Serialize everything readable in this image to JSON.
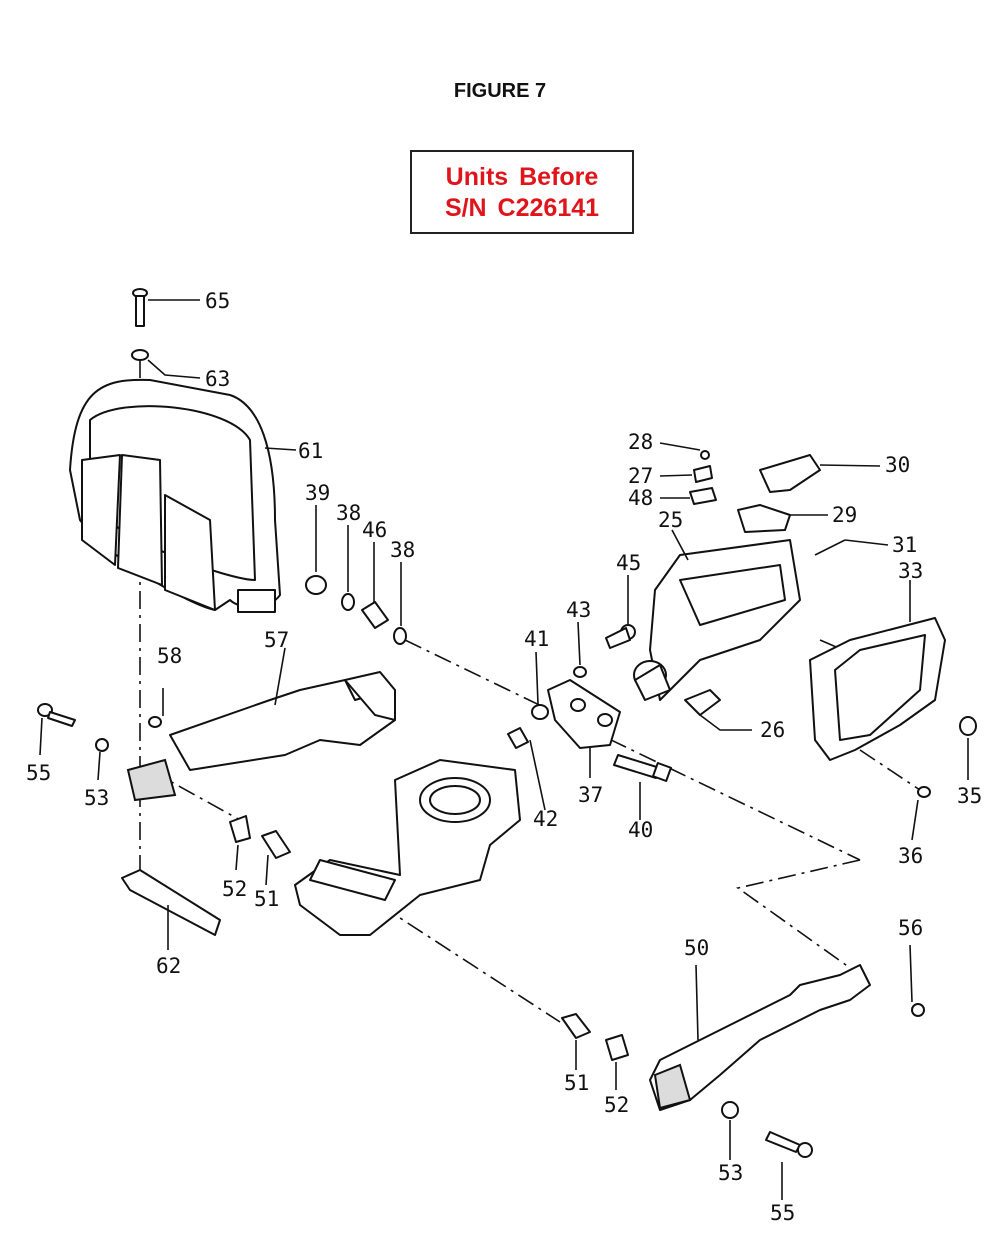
{
  "figure_title": "FIGURE 7",
  "notice": {
    "line1": "Units  Before",
    "line2": "S/N  C226141",
    "color": "#e0151b"
  },
  "part_labels": {
    "p65": "65",
    "p63": "63",
    "p61": "61",
    "p39": "39",
    "p38a": "38",
    "p46": "46",
    "p38b": "38",
    "p28": "28",
    "p27": "27",
    "p48": "48",
    "p30": "30",
    "p25": "25",
    "p29": "29",
    "p31": "31",
    "p45": "45",
    "p33": "33",
    "p43": "43",
    "p41": "41",
    "p58": "58",
    "p57": "57",
    "p26": "26",
    "p55a": "55",
    "p53a": "53",
    "p42": "42",
    "p37": "37",
    "p40": "40",
    "p35": "35",
    "p36": "36",
    "p52a": "52",
    "p51a": "51",
    "p62": "62",
    "p56": "56",
    "p50": "50",
    "p51b": "51",
    "p52b": "52",
    "p53b": "53",
    "p55b": "55"
  }
}
